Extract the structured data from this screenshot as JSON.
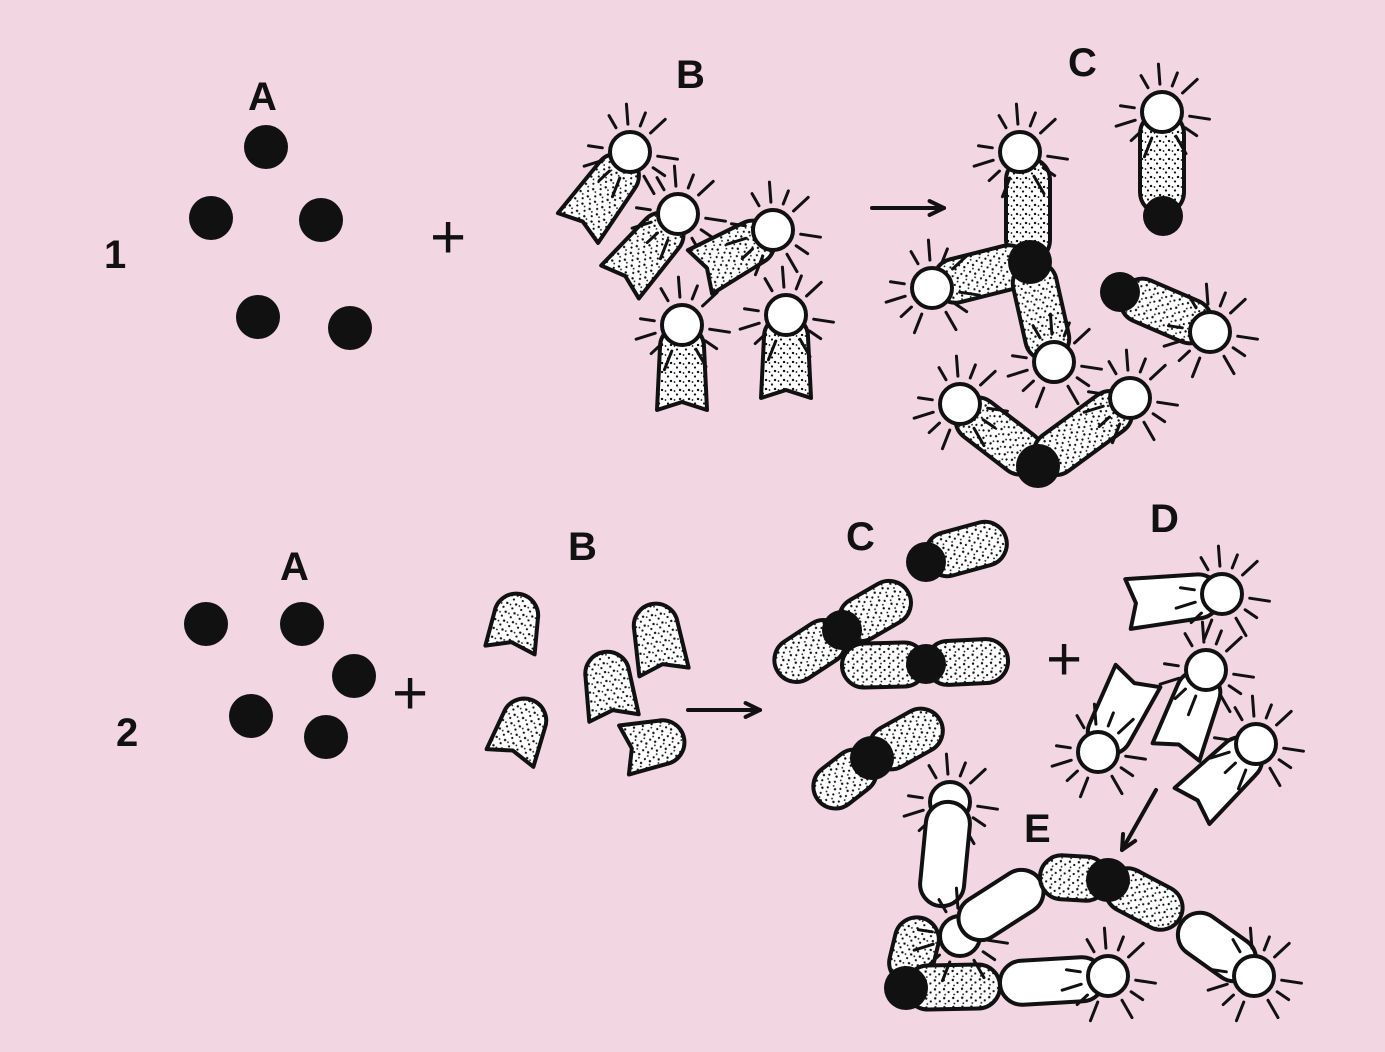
{
  "background_color": "#f2d6e2",
  "ink_color": "#111111",
  "rows": [
    {
      "number": "1",
      "labels": {
        "A": "A",
        "B": "B",
        "C": "C"
      },
      "plus": "+",
      "arrow": "arrow-right"
    },
    {
      "number": "2",
      "labels": {
        "A": "A",
        "B": "B",
        "C": "C",
        "D": "D",
        "E": "E"
      },
      "plus_1": "+",
      "plus_2": "+",
      "arrow_1": "arrow-right",
      "arrow_2": "arrow-down-left"
    }
  ],
  "glyph_types": [
    "solid-dot",
    "dotted-capsule",
    "open-circle-with-rays",
    "open-capsule"
  ]
}
